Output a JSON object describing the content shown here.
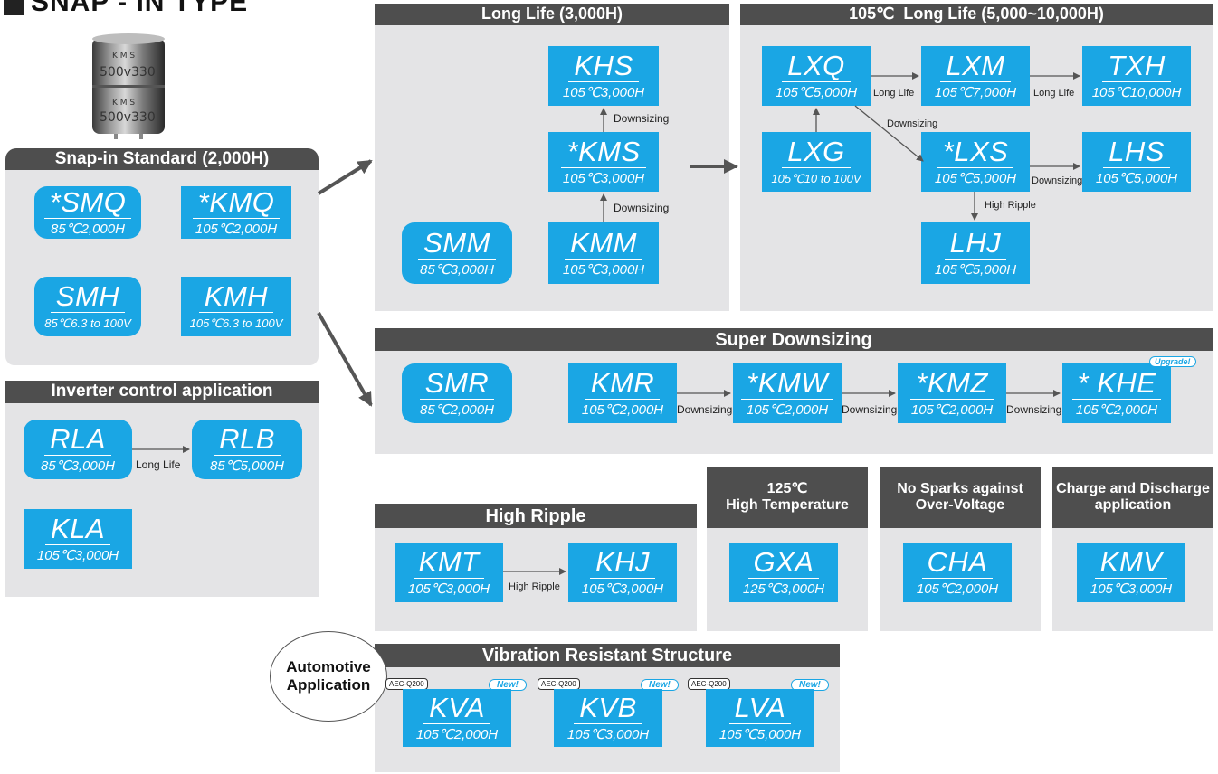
{
  "page_title": "SNAP - IN TYPE",
  "colors": {
    "accent": "#1aa6e4",
    "header": "#4e4e4e",
    "panel": "#e4e4e6",
    "arrow": "#555555"
  },
  "sections": {
    "standard": {
      "title": "Snap-in Standard (2,000H)",
      "smq": {
        "code": "*SMQ",
        "spec": "85℃2,000H"
      },
      "kmq": {
        "code": "*KMQ",
        "spec": "105℃2,000H"
      },
      "smh": {
        "code": "SMH",
        "spec": "85℃6.3 to 100V"
      },
      "kmh": {
        "code": "KMH",
        "spec": "105℃6.3 to 100V"
      }
    },
    "inverter": {
      "title": "Inverter control application",
      "rla": {
        "code": "RLA",
        "spec": "85℃3,000H"
      },
      "rlb": {
        "code": "RLB",
        "spec": "85℃5,000H"
      },
      "kla": {
        "code": "KLA",
        "spec": "105℃3,000H"
      },
      "label_long_life": "Long Life"
    },
    "long_life": {
      "title": "Long Life (3,000H)",
      "khs": {
        "code": "KHS",
        "spec": "105℃3,000H"
      },
      "kms": {
        "code": "*KMS",
        "spec": "105℃3,000H"
      },
      "kmm": {
        "code": "KMM",
        "spec": "105℃3,000H"
      },
      "smm": {
        "code": "SMM",
        "spec": "85℃3,000H"
      },
      "label_down_1": "Downsizing",
      "label_down_2": "Downsizing"
    },
    "long_life_105": {
      "title": "105℃  Long Life (5,000~10,000H)",
      "lxq": {
        "code": "LXQ",
        "spec": "105℃5,000H"
      },
      "lxm": {
        "code": "LXM",
        "spec": "105℃7,000H"
      },
      "txh": {
        "code": "TXH",
        "spec": "105℃10,000H"
      },
      "lxg": {
        "code": "LXG",
        "spec": "105℃10 to 100V"
      },
      "lxs": {
        "code": "*LXS",
        "spec": "105℃5,000H"
      },
      "lhs": {
        "code": "LHS",
        "spec": "105℃5,000H"
      },
      "lhj": {
        "code": "LHJ",
        "spec": "105℃5,000H"
      },
      "label_long_life_1": "Long Life",
      "label_long_life_2": "Long Life",
      "label_downsizing": "Downsizing",
      "label_downsizing_2": "Downsizing",
      "label_high_ripple": "High Ripple"
    },
    "super_downsizing": {
      "title": "Super Downsizing",
      "smr": {
        "code": "SMR",
        "spec": "85℃2,000H"
      },
      "kmr": {
        "code": "KMR",
        "spec": "105℃2,000H"
      },
      "kmw": {
        "code": "*KMW",
        "spec": "105℃2,000H"
      },
      "kmz": {
        "code": "*KMZ",
        "spec": "105℃2,000H"
      },
      "khe": {
        "code": "* KHE",
        "spec": "105℃2,000H"
      },
      "label_down_1": "Downsizing",
      "label_down_2": "Downsizing",
      "label_down_3": "Downsizing",
      "badge_upgrade": "Upgrade!"
    },
    "high_ripple": {
      "title": "High Ripple",
      "kmt": {
        "code": "KMT",
        "spec": "105℃3,000H"
      },
      "khj": {
        "code": "KHJ",
        "spec": "105℃3,000H"
      },
      "label_high_ripple": "High Ripple"
    },
    "high_temp": {
      "title_line1": "125℃",
      "title_line2": "High Temperature",
      "gxa": {
        "code": "GXA",
        "spec": "125℃3,000H"
      }
    },
    "no_sparks": {
      "title_line1": "No Sparks against",
      "title_line2": "Over-Voltage",
      "cha": {
        "code": "CHA",
        "spec": "105℃2,000H"
      }
    },
    "charge": {
      "title_line1": "Charge and Discharge",
      "title_line2": "application",
      "kmv": {
        "code": "KMV",
        "spec": "105℃3,000H"
      }
    },
    "vibration": {
      "title": "Vibration Resistant Structure",
      "automotive_line1": "Automotive",
      "automotive_line2": "Application",
      "aec_tag": "AEC-Q200",
      "new_badge": "New!",
      "kva": {
        "code": "KVA",
        "spec": "105℃2,000H"
      },
      "kvb": {
        "code": "KVB",
        "spec": "105℃3,000H"
      },
      "lva": {
        "code": "LVA",
        "spec": "105℃5,000H"
      }
    }
  }
}
